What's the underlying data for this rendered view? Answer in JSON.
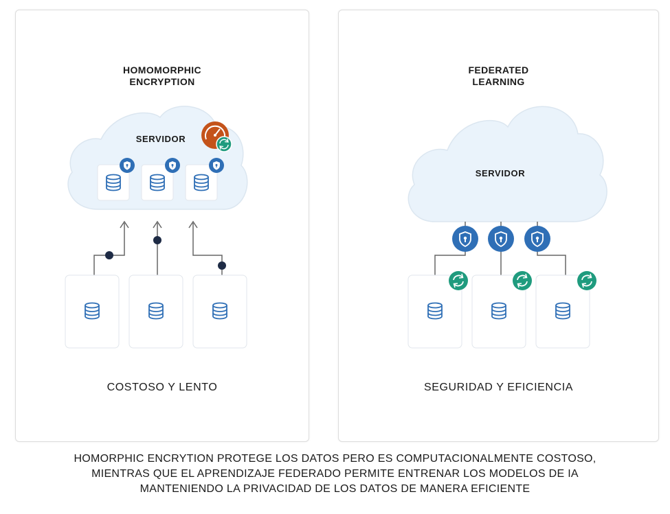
{
  "left_panel": {
    "title_line1": "HOMOMORPHIC",
    "title_line2": "ENCRYPTION",
    "server_label": "SERVIDOR",
    "footer": "COSTOSO Y LENTO"
  },
  "right_panel": {
    "title_line1": "FEDERATED",
    "title_line2": "LEARNING",
    "server_label": "SERVIDOR",
    "footer": "SEGURIDAD Y EFICIENCIA"
  },
  "caption": {
    "line1": "HOMORPHIC ENCRYTION PROTEGE LOS DATOS PERO ES COMPUTACIONALMENTE COSTOSO,",
    "line2": "MIENTRAS QUE EL APRENDIZAJE FEDERADO PERMITE ENTRENAR LOS MODELOS DE IA",
    "line3": "MANTENIENDO LA PRIVACIDAD DE LOS DATOS DE MANERA EFICIENTE"
  },
  "colors": {
    "cloud_fill": "#eaf3fb",
    "cloud_stroke": "#dbe6f0",
    "shield_blue": "#2f6fb6",
    "sync_green": "#1f9b7e",
    "gauge_orange": "#c4531a",
    "db_icon": "#2f6fb6",
    "connector_dark": "#1e2b45",
    "line_gray": "#666666"
  },
  "icons": [
    "database-icon",
    "shield-lock-icon",
    "sync-icon",
    "speedometer-icon",
    "arrow-up-icon"
  ]
}
